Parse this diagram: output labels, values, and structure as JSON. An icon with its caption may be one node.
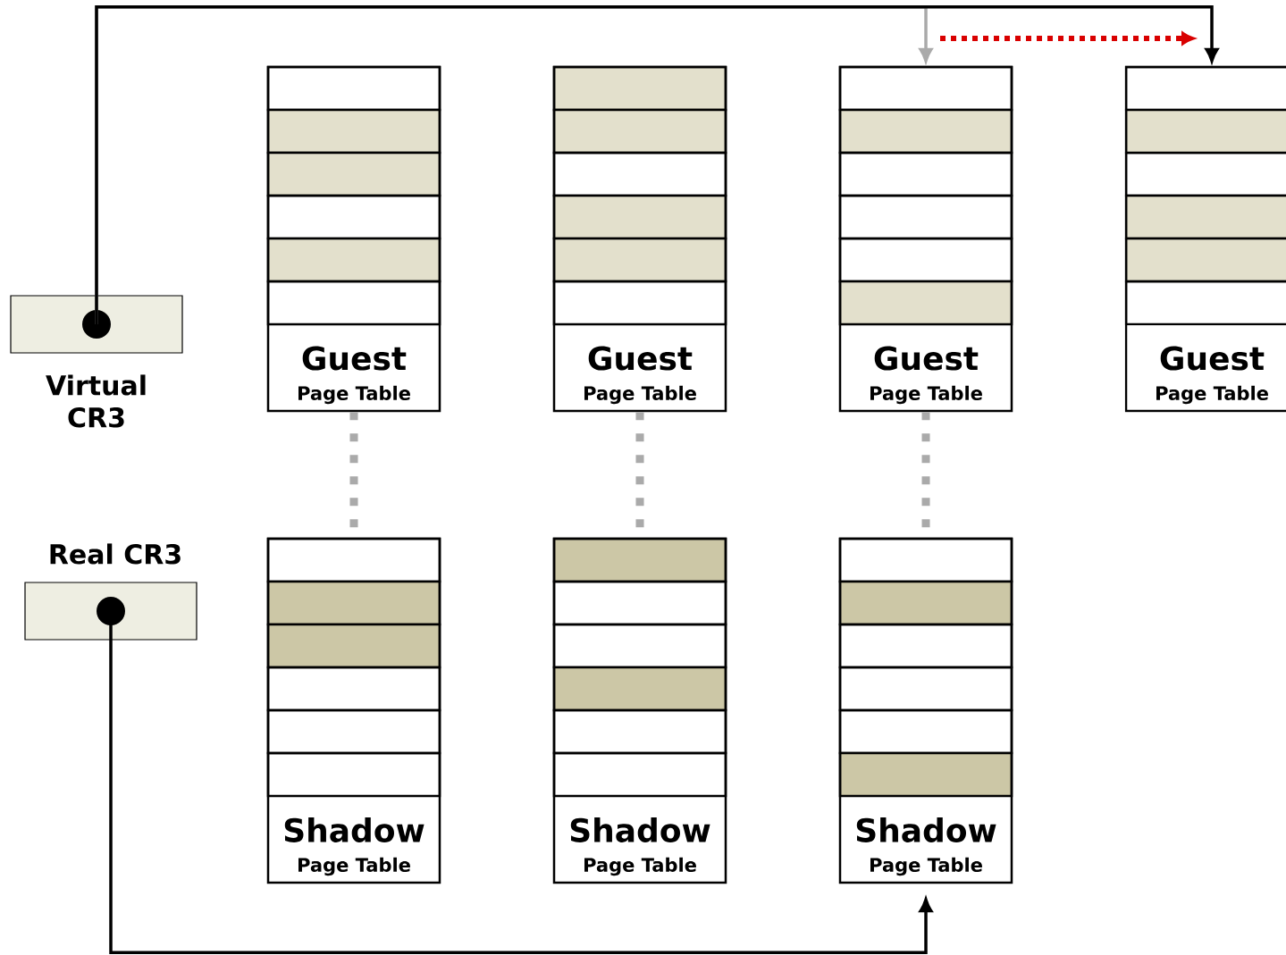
{
  "diagram": {
    "nodes": [
      {
        "text": [
          "Virtual CR3"
        ]
      },
      {
        "text": [
          "Real CR3"
        ]
      },
      {
        "text": [
          "Guest",
          "Page Table"
        ]
      },
      {
        "text": [
          "Guest",
          "Page Table"
        ]
      },
      {
        "text": [
          "Guest",
          "Page Table"
        ]
      },
      {
        "text": [
          "Guest",
          "Page Table"
        ]
      },
      {
        "text": [
          "Shadow",
          "Page Table"
        ]
      },
      {
        "text": [
          "Shadow",
          "Page Table"
        ]
      },
      {
        "text": [
          "Shadow",
          "Page Table"
        ]
      }
    ],
    "edges": [
      {
        "from": 0,
        "to": 4,
        "arrow": "to"
      },
      {
        "from": 0,
        "to": 5,
        "arrow": "to",
        "color": "#000000"
      },
      {
        "from": 2,
        "to": 6,
        "arrow": "none",
        "style": "dashed"
      },
      {
        "from": 3,
        "to": 7,
        "arrow": "none",
        "style": "dashed"
      },
      {
        "from": 4,
        "to": 8,
        "arrow": "none",
        "style": "dashed"
      },
      {
        "from": 1,
        "to": 8,
        "arrow": "to",
        "color": "#000000"
      }
    ]
  }
}
